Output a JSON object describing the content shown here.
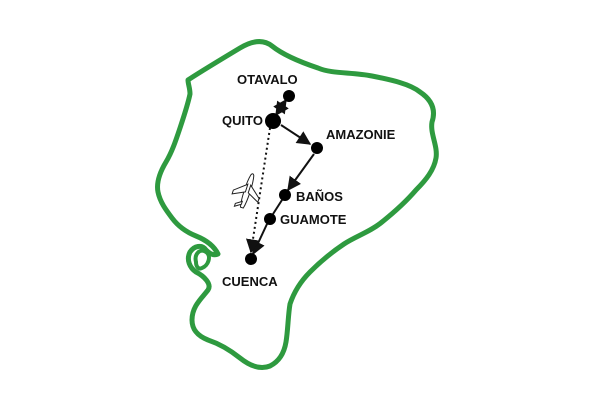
{
  "map": {
    "outline_color": "#2e9a3f",
    "route_color": "#111111",
    "dot_color": "#000000",
    "background": "#ffffff",
    "decor_icon": "airplane-icon",
    "cities": {
      "otavalo": "OTAVALO",
      "quito": "QUITO",
      "amazonie": "AMAZONIE",
      "banos": "BAÑOS",
      "guamote": "GUAMOTE",
      "cuenca": "CUENCA"
    },
    "route": [
      {
        "from": "OTAVALO",
        "to": "QUITO",
        "style": "solid",
        "arrows": "both"
      },
      {
        "from": "QUITO",
        "to": "AMAZONIE",
        "style": "solid",
        "arrows": "end"
      },
      {
        "from": "AMAZONIE",
        "to": "BAÑOS",
        "style": "solid",
        "arrows": "end"
      },
      {
        "from": "BAÑOS",
        "to": "GUAMOTE",
        "style": "solid",
        "arrows": "none"
      },
      {
        "from": "GUAMOTE",
        "to": "CUENCA",
        "style": "solid",
        "arrows": "end"
      },
      {
        "from": "QUITO",
        "to": "CUENCA",
        "style": "dotted",
        "arrows": "end"
      }
    ]
  }
}
